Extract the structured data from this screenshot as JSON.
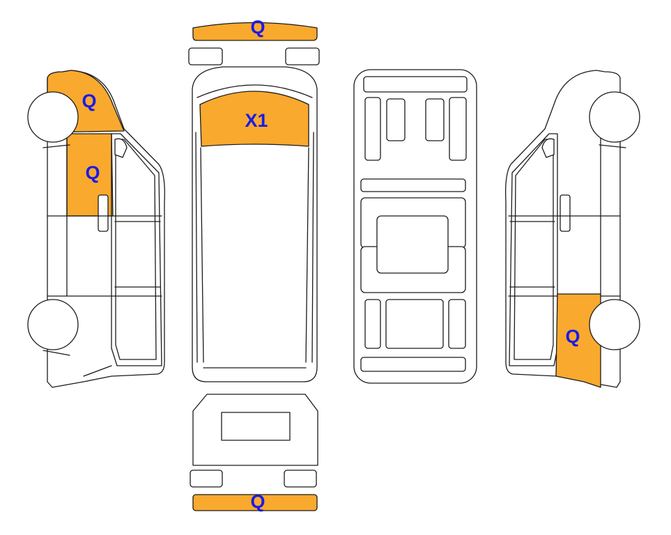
{
  "colors": {
    "damage_fill": "#F9A92E",
    "code_text": "#1A1AE6",
    "outline": "#1A1A1A",
    "background": "#FFFFFF"
  },
  "damage_codes": {
    "front_bumper": "Q",
    "left_front_fender": "Q",
    "left_front_door": "Q",
    "hood": "X1",
    "right_rear_quarter": "Q",
    "rear_bumper": "Q"
  }
}
